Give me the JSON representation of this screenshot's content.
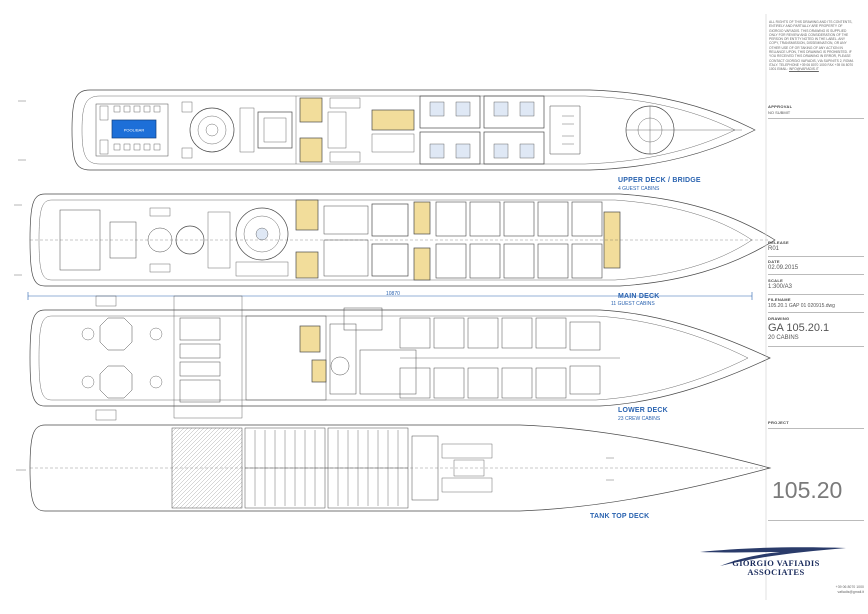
{
  "notice": {
    "text": "ALL RIGHTS OF THIS DRAWING AND ITS CONTENTS, ENTIRELY AND PARTIALLY ARE PROPERTY OF GIORGIO VAFIADIS. THIS DRAWING IS SUPPLIED ONLY FOR REVIEW AND CONSIDERATION OF THE PERSON OR ENTITY NOTED IN THE LABEL. ANY COPY, TRANSMISSION, DISSEMINATION, OR ANY OTHER USE OF OR TAKING OF ANY ACTION IN RELIANCE UPON, THIS DRAWING IS PROHIBITED. IF YOU RECEIVED THIS DRAWING IN ERROR, PLEASE CONTACT GIORGIO VAFIADIS, VIA SUPINITS 2, ROMA ITALY. TELEPHONE +39 06 8070 1000 FAX +39 06 8070 1001 EMAIL:",
    "email": "INFO@VAFIADIS.IT"
  },
  "title_block": {
    "approval_label": "APPROVAL",
    "approval_value": "NO SUBMIT",
    "release_label": "RELEASE",
    "release_value": "R01",
    "date_label": "DATE",
    "date_value": "02.09.2015",
    "scale_label": "SCALE",
    "scale_value": "1:300/A3",
    "filename_label": "FILENAME",
    "filename_value": "105.20.1 GAP 01 020915.dwg",
    "drawing_label": "DRAWING",
    "drawing_value": "GA 105.20.1",
    "drawing_sub": "20 CABINS",
    "project_label": "PROJECT",
    "project_value": "105.20"
  },
  "decks": [
    {
      "name": "UPPER DECK / BRIDGE",
      "sub": "4 GUEST CABINS"
    },
    {
      "name": "MAIN DECK",
      "sub": "11 GUEST CABINS"
    },
    {
      "name": "LOWER DECK",
      "sub": "23 CREW CABINS"
    },
    {
      "name": "TANK TOP DECK",
      "sub": ""
    }
  ],
  "dimension": "10870",
  "pool_label": "POOL/BAR",
  "logo": {
    "line1": "GIORGIO VAFIADIS",
    "line2": "ASSOCIATES",
    "contact": [
      "+39 06 8070 1000",
      "vafiadis@gmail.it"
    ]
  },
  "colors": {
    "line": "#4a4a4a",
    "accent": "#2a63b0",
    "highlight": "#f2dd9b",
    "pool": "#1d6fd8"
  }
}
